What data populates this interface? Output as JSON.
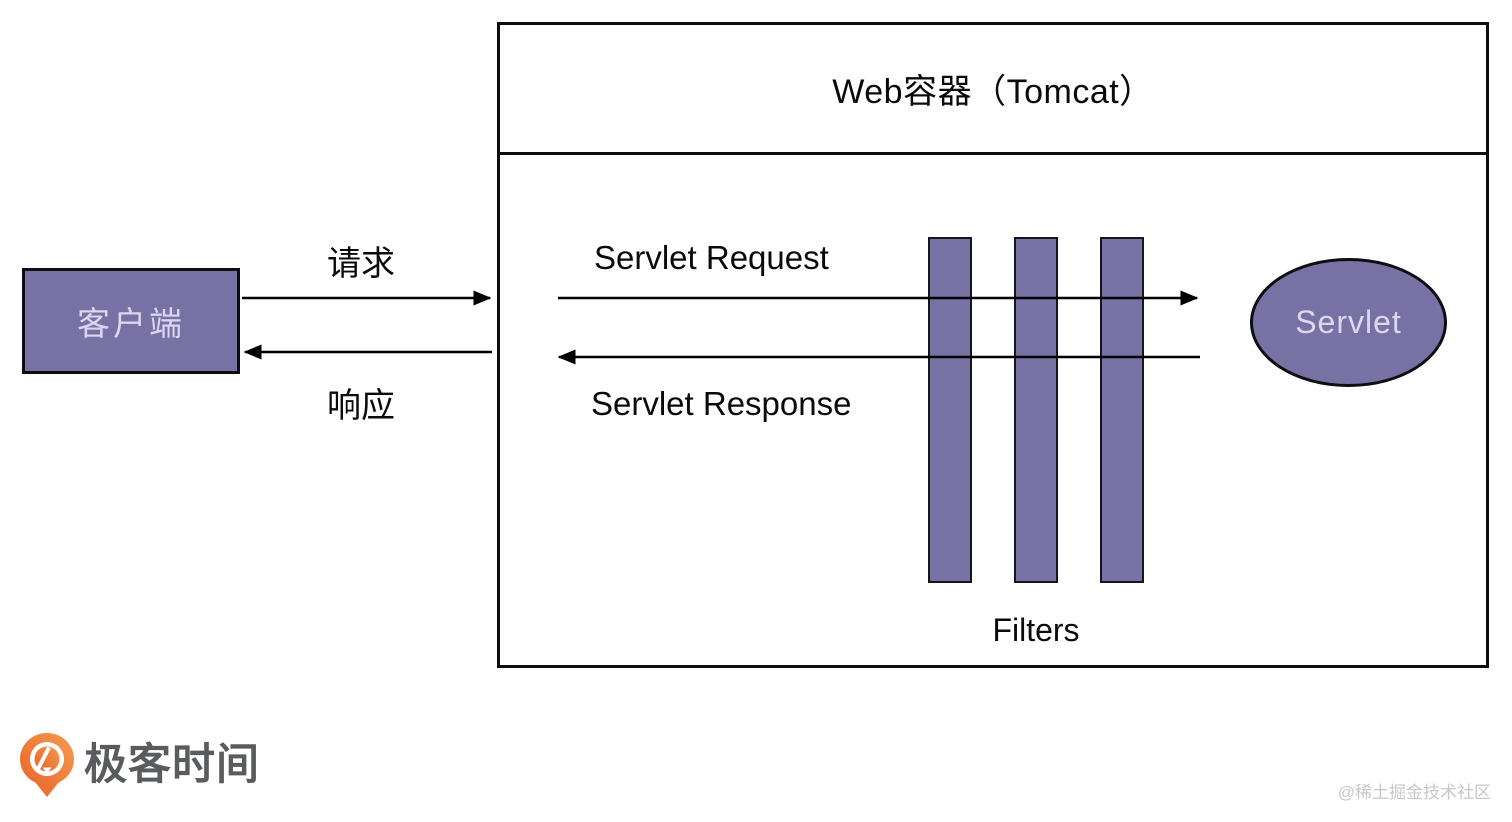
{
  "colors": {
    "purple_fill": "#7871a3",
    "purple_text": "#dcd6f0",
    "outline_dark": "#0d0d12",
    "arrow_black": "#000000",
    "logo_orange": "#e8622a",
    "logo_orange_light": "#f59a4e",
    "logo_text_color": "#595b5e",
    "watermark_color": "#c8c8c8"
  },
  "web_container": {
    "title": "Web容器（Tomcat）",
    "servlet_request_label": "Servlet Request",
    "servlet_response_label": "Servlet Response",
    "filters_label": "Filters",
    "servlet_label": "Servlet"
  },
  "client": {
    "label": "客户端"
  },
  "flows": {
    "request_label": "请求",
    "response_label": "响应"
  },
  "footer": {
    "logo_text": "极客时间",
    "watermark": "@稀土掘金技术社区"
  }
}
